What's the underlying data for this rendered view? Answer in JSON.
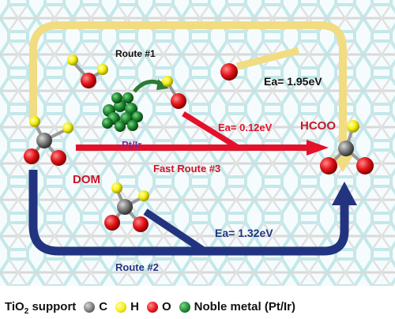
{
  "route1": {
    "label": "Route #1",
    "ea": "Ea= 1.95eV",
    "color": "#f2dc82"
  },
  "fast_route": {
    "label": "Fast Route #3",
    "ea": "Ea= 0.12eV",
    "color": "#e4112a"
  },
  "route2": {
    "label": "Route #2",
    "ea": "Ea= 1.32eV",
    "color": "#22347f"
  },
  "catalyst": {
    "label": "Pt/Ir",
    "color": "#2e8b3e"
  },
  "reactant": {
    "label": "DOM"
  },
  "product": {
    "label": "HCOO"
  },
  "legend": {
    "support_main": "TiO",
    "support_sub": "2",
    "support_rest": " support",
    "carbon": "C",
    "hydrogen": "H",
    "oxygen": "O",
    "noble_metal": "Noble metal (Pt/Ir)",
    "colors": {
      "carbon": "#7b7b7b",
      "hydrogen": "#f4ee12",
      "oxygen": "#e3161c",
      "noble": "#1e8a32",
      "lattice": "#bfe7ea"
    }
  }
}
